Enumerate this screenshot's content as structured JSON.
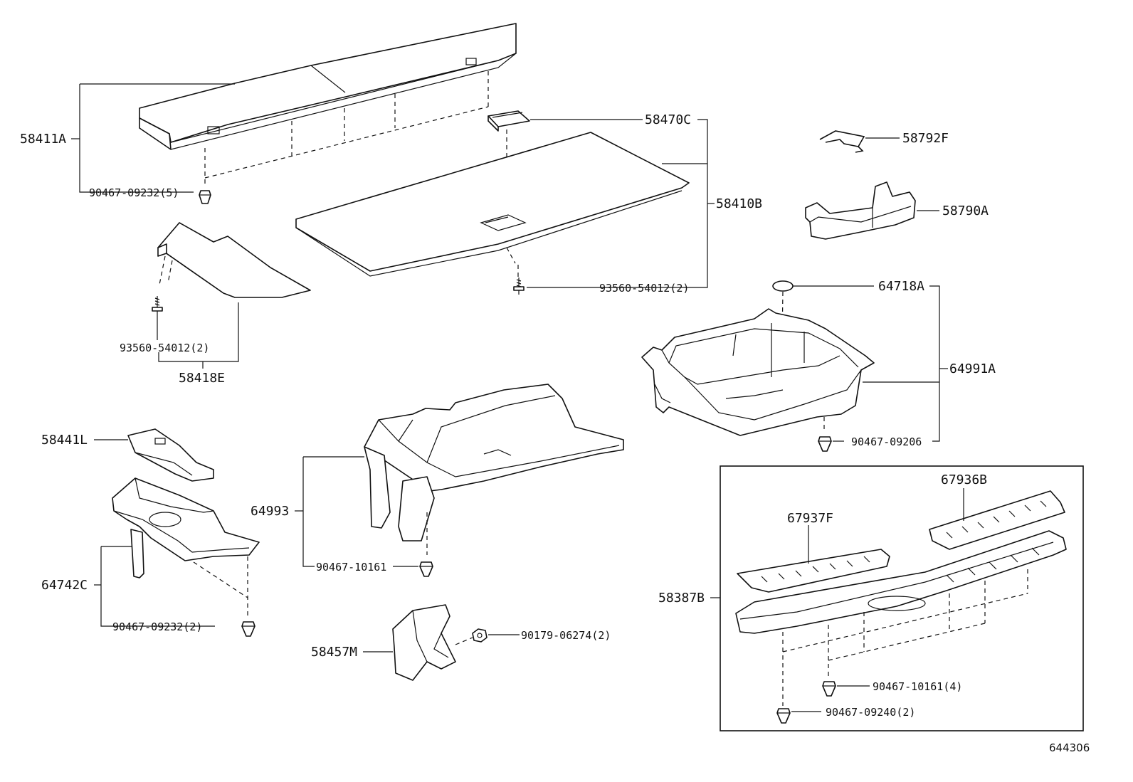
{
  "labels": {
    "p58411A": "58411A",
    "p90467_09232_5": "90467-09232(5)",
    "p58470C": "58470C",
    "p58410B": "58410B",
    "p58792F": "58792F",
    "p58790A": "58790A",
    "p93560_54012_2a": "93560-54012(2)",
    "p93560_54012_2b": "93560-54012(2)",
    "p58418E": "58418E",
    "p64718A": "64718A",
    "p64991A": "64991A",
    "p90467_09206": "90467-09206",
    "p58441L": "58441L",
    "p64993": "64993",
    "p90467_10161": "90467-10161",
    "p64742C": "64742C",
    "p90467_09232_2": "90467-09232(2)",
    "p58457M": "58457M",
    "p90179_06274_2": "90179-06274(2)",
    "p67936B": "67936B",
    "p67937F": "67937F",
    "p58387B": "58387B",
    "p90467_10161_4": "90467-10161(4)",
    "p90467_09240_2": "90467-09240(2)"
  },
  "figure_number": "644306"
}
